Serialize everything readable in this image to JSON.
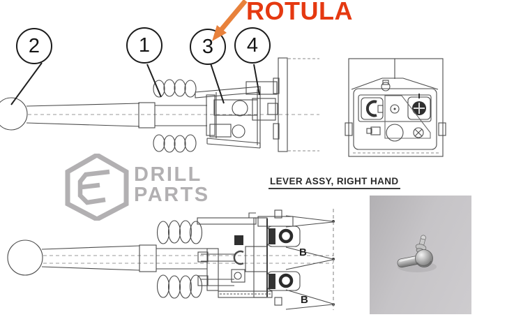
{
  "annotation": {
    "rotula_label": "ROTULA",
    "rotula_color": "#e53911",
    "arrow_color": "#e8813b"
  },
  "callouts": [
    {
      "label": "2"
    },
    {
      "label": "1"
    },
    {
      "label": "3"
    },
    {
      "label": "4"
    }
  ],
  "diagram": {
    "caption": "LEVER ASSY, RIGHT HAND",
    "section_labels": [
      "B",
      "B"
    ],
    "line_color": "#4a4a4a"
  },
  "watermark": {
    "line1": "DRILL",
    "line2": "PARTS",
    "color": "#b2b0b2"
  },
  "photo": {
    "subject": "rotula-ball-joint-part",
    "background_color": "#c6c4c7"
  }
}
